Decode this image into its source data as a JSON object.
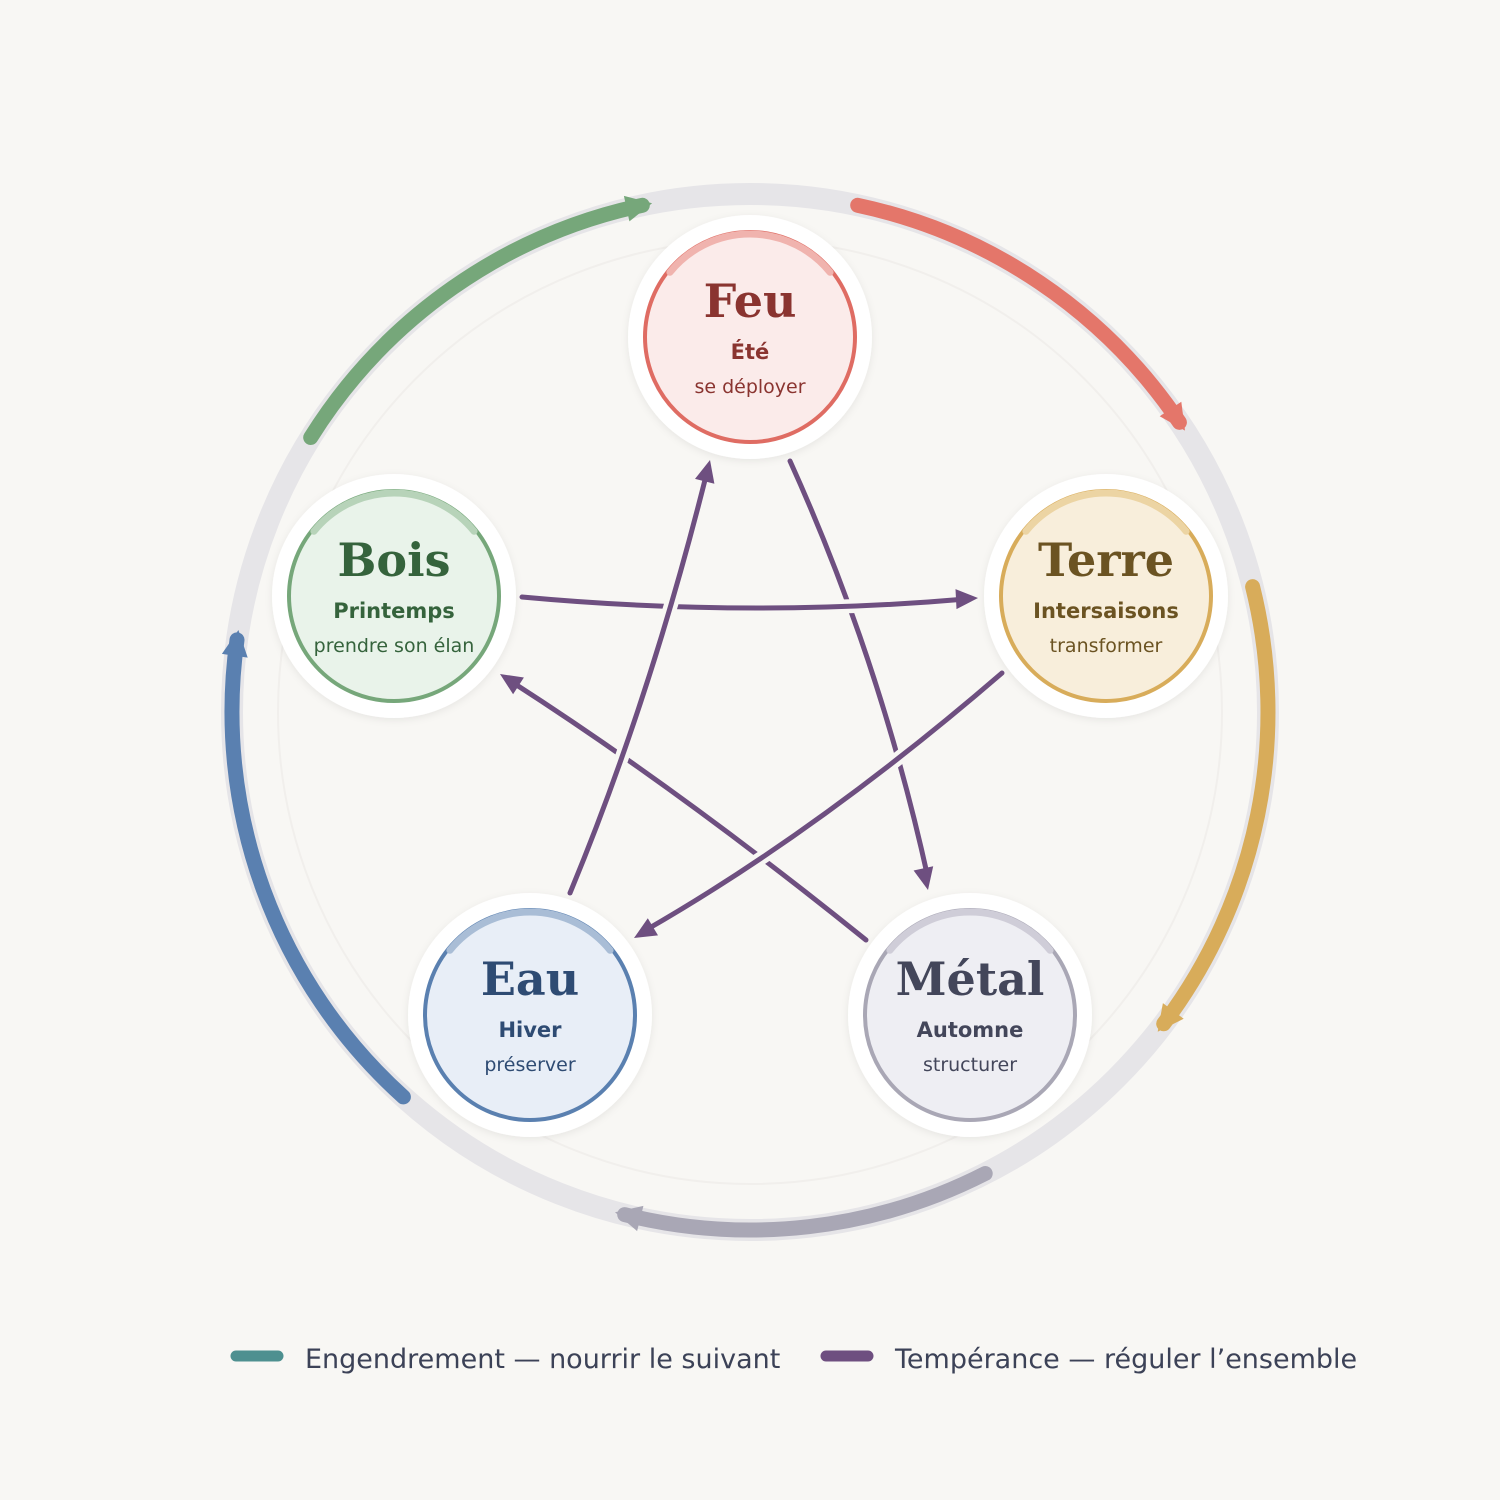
{
  "colors": {
    "background": "#f8f7f4",
    "ring": "#e6e5e8",
    "control": "#6e4f80",
    "legend_generation": "#4e9090"
  },
  "nodes": [
    {
      "id": "feu",
      "name": "Feu",
      "season": "Été",
      "verb": "se déployer",
      "stroke": "#df6c63",
      "fill": "#fbebea",
      "text": "#8a3430",
      "arc": "#f0b3ae"
    },
    {
      "id": "terre",
      "name": "Terre",
      "season": "Intersaisons",
      "verb": "transformer",
      "stroke": "#d8ac5a",
      "fill": "#f8eedb",
      "text": "#6b5322",
      "arc": "#ecd4a3"
    },
    {
      "id": "metal",
      "name": "Métal",
      "season": "Automne",
      "verb": "structurer",
      "stroke": "#a9a7b5",
      "fill": "#eeeef3",
      "text": "#43465a",
      "arc": "#cfcdd8"
    },
    {
      "id": "eau",
      "name": "Eau",
      "season": "Hiver",
      "verb": "préserver",
      "stroke": "#5a80b0",
      "fill": "#e8eef7",
      "text": "#2e4b73",
      "arc": "#a9bdd6"
    },
    {
      "id": "bois",
      "name": "Bois",
      "season": "Printemps",
      "verb": "prendre son élan",
      "stroke": "#76a77a",
      "fill": "#e9f3ea",
      "text": "#35633c",
      "arc": "#b7d3b9"
    }
  ],
  "generation_cycle": [
    {
      "from": "feu",
      "to": "terre",
      "color": "#e4766a"
    },
    {
      "from": "terre",
      "to": "metal",
      "color": "#d8ac5a"
    },
    {
      "from": "metal",
      "to": "eau",
      "color": "#a9a7b5"
    },
    {
      "from": "eau",
      "to": "bois",
      "color": "#5a80b0"
    },
    {
      "from": "bois",
      "to": "feu",
      "color": "#76a77a"
    }
  ],
  "control_cycle": [
    {
      "from": "feu",
      "to": "metal"
    },
    {
      "from": "metal",
      "to": "bois"
    },
    {
      "from": "bois",
      "to": "terre"
    },
    {
      "from": "terre",
      "to": "eau"
    },
    {
      "from": "eau",
      "to": "feu"
    }
  ],
  "legend": {
    "generation_label": "Engendrement — nourrir le suivant",
    "control_label": "Tempérance — réguler l’ensemble"
  }
}
